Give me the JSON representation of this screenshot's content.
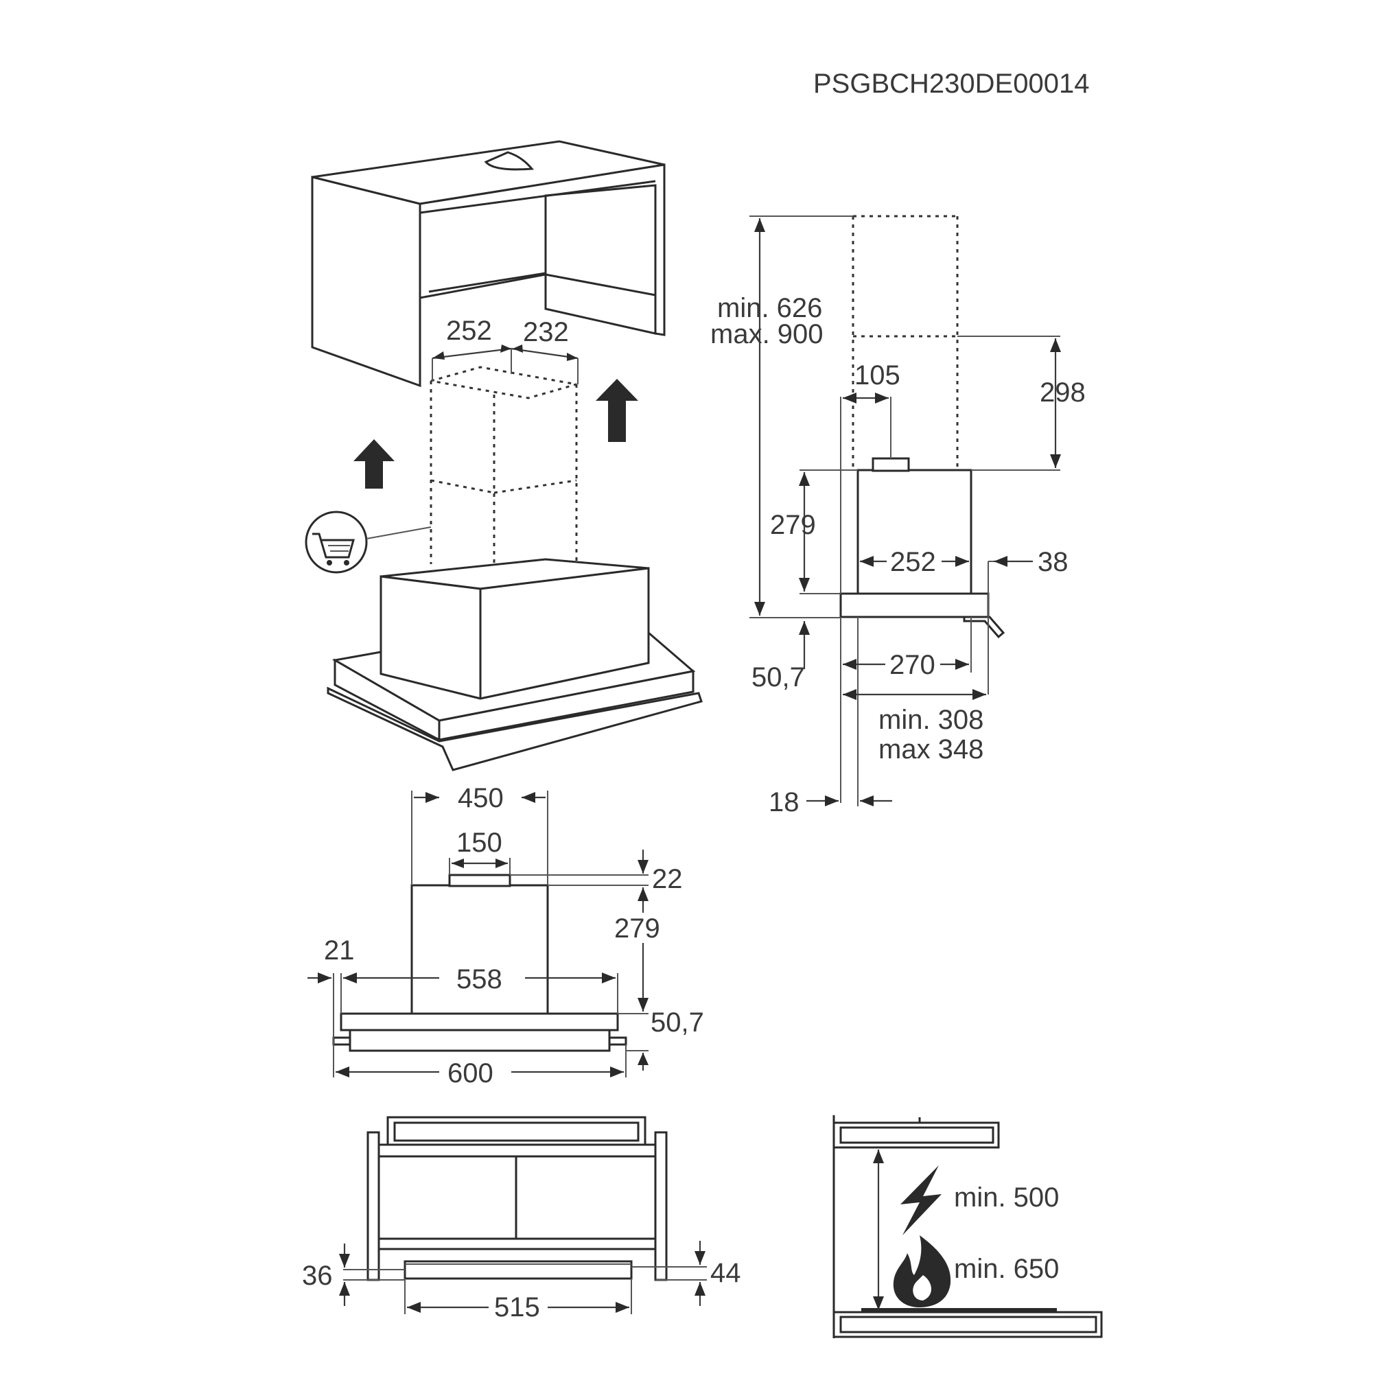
{
  "document_code": "PSGBCH230DE00014",
  "accent_color": "#2a2a2a",
  "isometric": {
    "chimney_width": "252",
    "chimney_depth": "232"
  },
  "side_view": {
    "total_height": "min. 626",
    "total_height_max": "max. 900",
    "upper_chimney": "298",
    "outlet_offset": "105",
    "body_height": "279",
    "body_depth": "252",
    "front_lip": "38",
    "panel_height": "50,7",
    "panel_depth": "270",
    "extended_depth_min": "min. 308",
    "extended_depth_max": "max 348",
    "wall_gap": "18"
  },
  "front_view": {
    "body_width": "450",
    "outlet_width": "150",
    "outlet_height": "22",
    "body_height": "279",
    "side_offset": "21",
    "inner_width": "558",
    "panel_height": "50,7",
    "total_width": "600"
  },
  "cabinet_view": {
    "left_height": "36",
    "right_height": "44",
    "slot_width": "515"
  },
  "clearance": {
    "electric": "min. 500",
    "gas": "min. 650"
  }
}
